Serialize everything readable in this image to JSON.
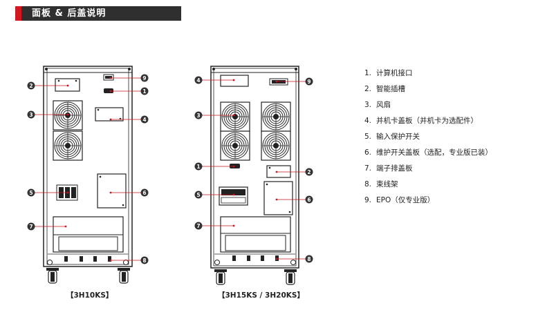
{
  "header": {
    "title": "面板 & 后盖说明",
    "accent_color": "#d1171f",
    "bar_color": "#2f2f2f"
  },
  "legend": {
    "items": [
      {
        "num": "1.",
        "label": "计算机接口"
      },
      {
        "num": "2.",
        "label": "智能插槽"
      },
      {
        "num": "3.",
        "label": "风扇"
      },
      {
        "num": "4.",
        "label": "并机卡盖板（并机卡为选配件）"
      },
      {
        "num": "5.",
        "label": "输入保护开关"
      },
      {
        "num": "6.",
        "label": "维护开关盖板（选配，专业版已装）"
      },
      {
        "num": "7.",
        "label": "端子排盖板"
      },
      {
        "num": "8.",
        "label": "束线架"
      },
      {
        "num": "9.",
        "label": "EPO（仅专业版）"
      }
    ]
  },
  "diagrams": {
    "left": {
      "caption": "【3H10KS】",
      "callouts": [
        "2",
        "9",
        "1",
        "3",
        "4",
        "5",
        "6",
        "7",
        "8"
      ]
    },
    "right": {
      "caption": "【3H15KS / 3H20KS】",
      "callouts": [
        "4",
        "9",
        "3",
        "1",
        "2",
        "5",
        "6",
        "7",
        "8"
      ]
    }
  },
  "callout_color": "#333333",
  "leader_color": "#c8141c"
}
